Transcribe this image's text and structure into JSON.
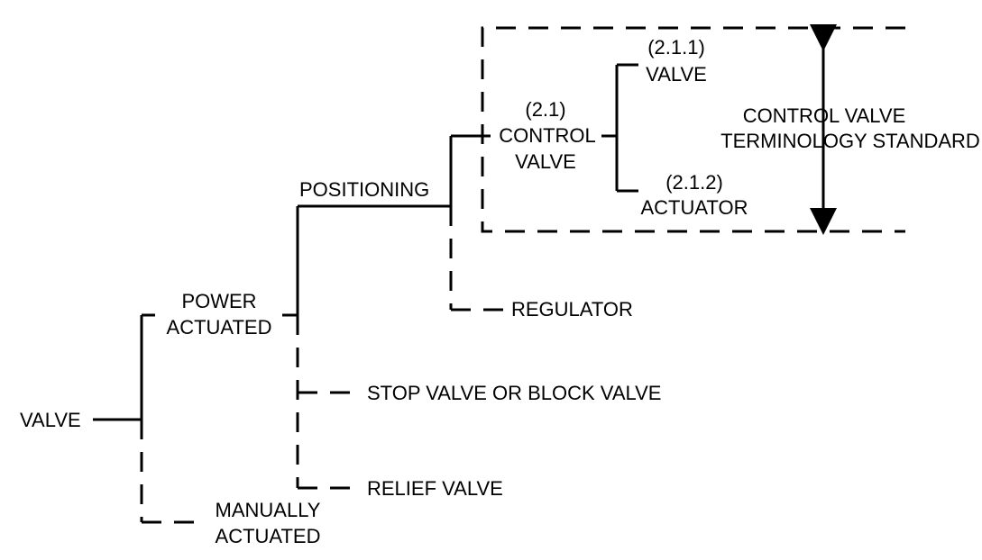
{
  "labels": {
    "valve_root": "VALVE",
    "power_actuated_1": "POWER",
    "power_actuated_2": "ACTUATED",
    "manually_actuated_1": "MANUALLY",
    "manually_actuated_2": "ACTUATED",
    "positioning": "POSITIONING",
    "stop_valve": "STOP VALVE OR BLOCK VALVE",
    "relief_valve": "RELIEF VALVE",
    "regulator": "REGULATOR",
    "control_valve_num": "(2.1)",
    "control_valve_1": "CONTROL",
    "control_valve_2": "VALVE",
    "valve_num": "(2.1.1)",
    "valve_sub": "VALVE",
    "actuator_num": "(2.1.2)",
    "actuator_sub": "ACTUATOR",
    "standard_1": "CONTROL VALVE",
    "standard_2": "TERMINOLOGY STANDARD"
  },
  "colors": {
    "line": "#000000",
    "background": "#ffffff"
  }
}
